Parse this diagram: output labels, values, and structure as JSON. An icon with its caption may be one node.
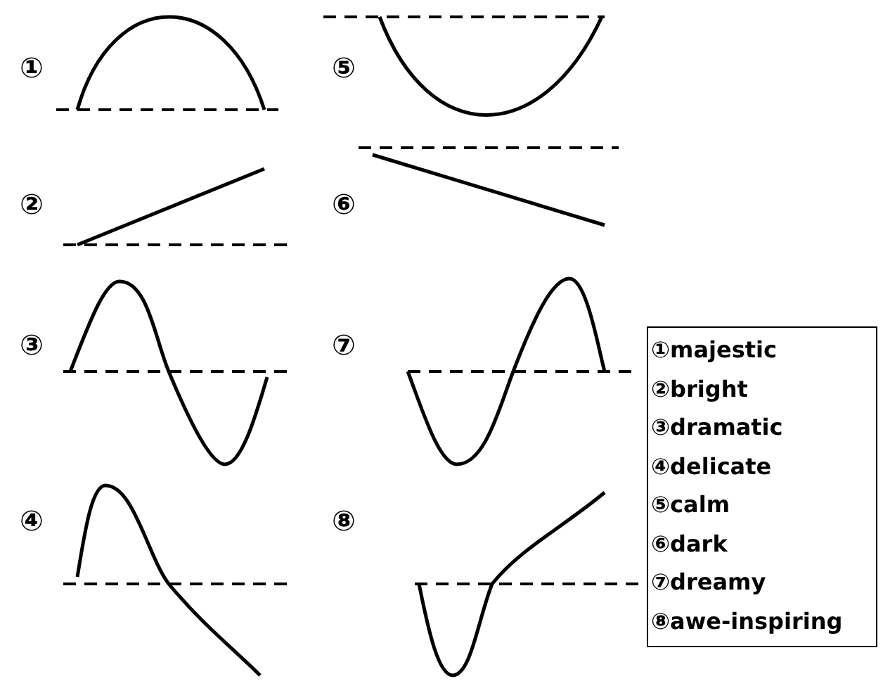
{
  "diagram": {
    "labels": [
      "①",
      "⑤",
      "②",
      "⑥",
      "③",
      "⑦",
      "④",
      "⑧",
      "①majestic",
      "②bright",
      "③dramatic",
      "④delicate",
      "⑤calm",
      "⑥dark",
      "⑦dreamy",
      "⑧awe-inspiring"
    ]
  }
}
